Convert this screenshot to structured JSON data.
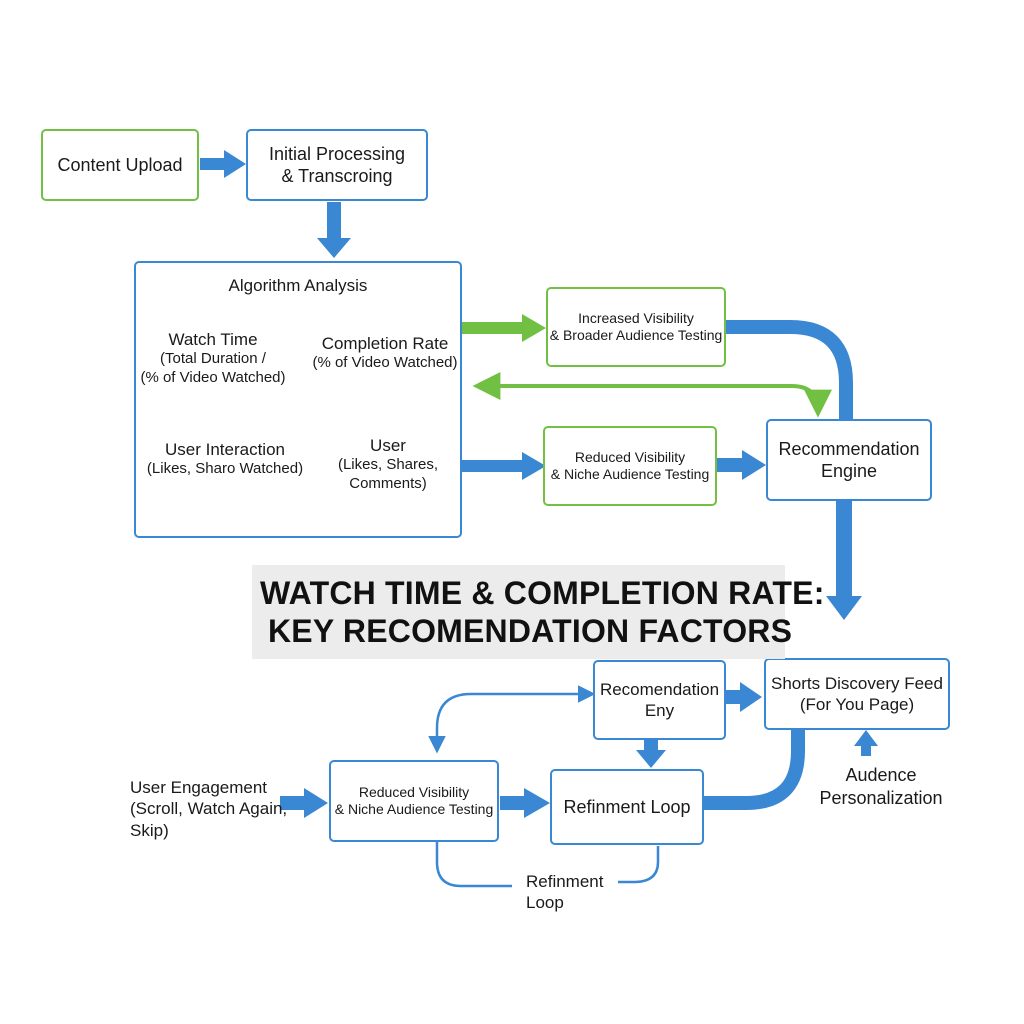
{
  "nodes": {
    "content_upload": {
      "lines": [
        "Content Upload"
      ]
    },
    "initial_processing": {
      "lines": [
        "Initial Processing",
        "& Transcroing"
      ]
    },
    "algorithm_analysis": {
      "title": "Algorithm Analysis"
    },
    "increased_visibility": {
      "lines": [
        "Increased Visibility",
        "& Broader Audience Testing"
      ]
    },
    "reduced_visibility_top": {
      "lines": [
        "Reduced Visibility",
        "& Niche Audience Testing"
      ]
    },
    "recommendation_engine": {
      "lines": [
        "Recommendation",
        "Engine"
      ]
    },
    "recomendation_eny": {
      "lines": [
        "Recomendation",
        "Eny"
      ]
    },
    "shorts_discovery_feed": {
      "lines": [
        "Shorts Discovery Feed",
        "(For You Page)"
      ]
    },
    "reduced_visibility_bottom": {
      "lines": [
        "Reduced Visibility",
        "& Niche Audience Testing"
      ]
    },
    "refinment_loop": {
      "lines": [
        "Refinment Loop"
      ]
    }
  },
  "metrics": {
    "watch_time": [
      "Watch Time",
      "(Total Duration /",
      "(% of Video Watched)"
    ],
    "completion_rate": [
      "Completion Rate",
      "(% of Video Watched)"
    ],
    "user_interaction": [
      "User Interaction",
      "(Likes, Sharo Watched)"
    ],
    "user": [
      "User",
      "(Likes, Shares,",
      "Comments)"
    ]
  },
  "labels": {
    "user_engagement": [
      "User Engagement",
      "(Scroll, Watch Again,",
      "Skip)"
    ],
    "audience_personalization": [
      "Audence",
      "Personalization"
    ],
    "refinment_loop_caption": [
      "Refinment",
      "Loop"
    ]
  },
  "banner": {
    "lines": [
      "WATCH TIME & COMPLETION RATE:",
      "KEY RECOMENDATION FACTORS"
    ]
  },
  "colors": {
    "blue": "#3a87d4",
    "green": "#72c043",
    "banner_bg": "#ececec"
  }
}
